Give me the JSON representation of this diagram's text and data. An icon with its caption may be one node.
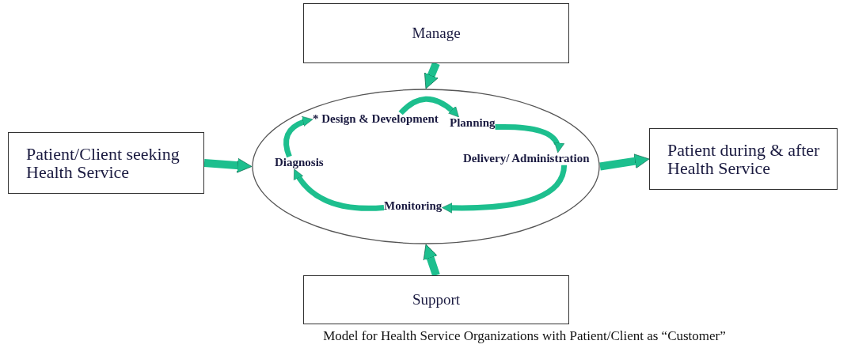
{
  "diagram": {
    "caption": "Model for Health Service Organizations with Patient/Client as “Customer”",
    "nodes": [
      {
        "text": [
          "Manage"
        ]
      },
      {
        "text": [
          "Patient/Client seeking Health Service"
        ]
      },
      {
        "text": [],
        "shape": "ellipse"
      },
      {
        "text": [
          "* Design & Development"
        ],
        "in": 2
      },
      {
        "text": [
          "Planning"
        ],
        "in": 2
      },
      {
        "text": [
          "Diagnosis"
        ],
        "in": 2
      },
      {
        "text": [
          "Delivery/ Administration"
        ],
        "in": 2
      },
      {
        "text": [
          "Monitoring"
        ],
        "in": 2
      },
      {
        "text": [
          "Patient during & after Health Service"
        ]
      },
      {
        "text": [
          "Support"
        ]
      }
    ],
    "edges": [
      {
        "from": 0,
        "to": 2,
        "arrow": "to"
      },
      {
        "from": 1,
        "to": 2,
        "arrow": "to"
      },
      {
        "from": 2,
        "to": 8,
        "arrow": "to"
      },
      {
        "from": 9,
        "to": 2,
        "arrow": "to"
      },
      {
        "from": 3,
        "to": 4,
        "arrow": "to"
      },
      {
        "from": 4,
        "to": 6,
        "arrow": "to"
      },
      {
        "from": 6,
        "to": 7,
        "arrow": "to"
      },
      {
        "from": 7,
        "to": 5,
        "arrow": "to"
      },
      {
        "from": 5,
        "to": 3,
        "arrow": "to"
      }
    ]
  }
}
